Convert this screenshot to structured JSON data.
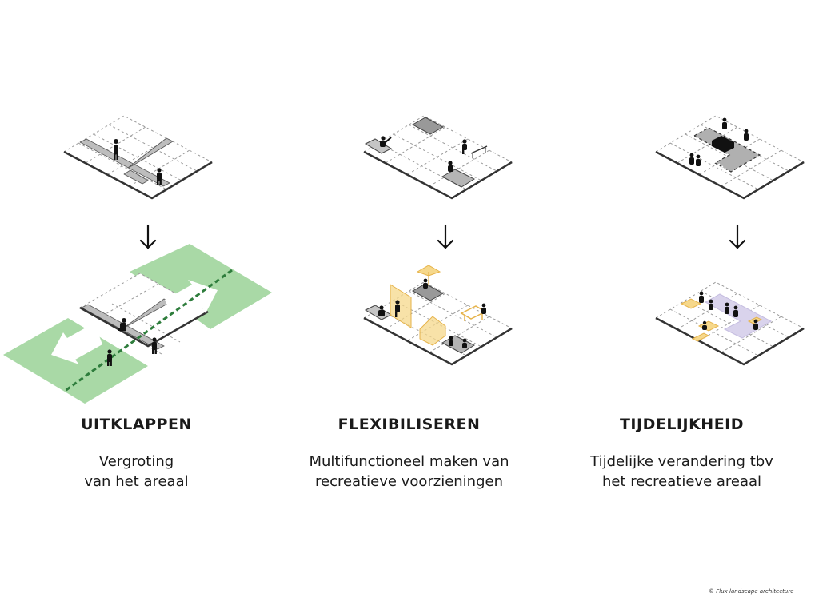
{
  "panels": [
    {
      "title": "UITKLAPPEN",
      "description": [
        "Vergroting",
        "van het areaal"
      ],
      "arrow": "↓"
    },
    {
      "title": "FLEXIBILISEREN",
      "description": [
        "Multifunctioneel maken van",
        "recreatieve voorzieningen"
      ],
      "arrow": "↓"
    },
    {
      "title": "TIJDELIJKHEID",
      "description": [
        "Tijdelijke verandering tbv",
        "het recreatieve areaal"
      ],
      "arrow": "↓"
    }
  ],
  "credit": "© Flux landscape architecture",
  "colors": {
    "green_overlay": "#a9d9a6",
    "green_dashed": "#2e7d3c",
    "yellow_overlay": "#f6d88b",
    "lilac_overlay": "#d9d3ec",
    "grey_slab": "#b5b5b5",
    "grid_dash": "#9a9a9a",
    "edge": "#333333"
  },
  "icons": [
    "down-arrow-icon",
    "person-icon",
    "umbrella-icon",
    "car-icon",
    "bench-icon",
    "table-icon"
  ]
}
